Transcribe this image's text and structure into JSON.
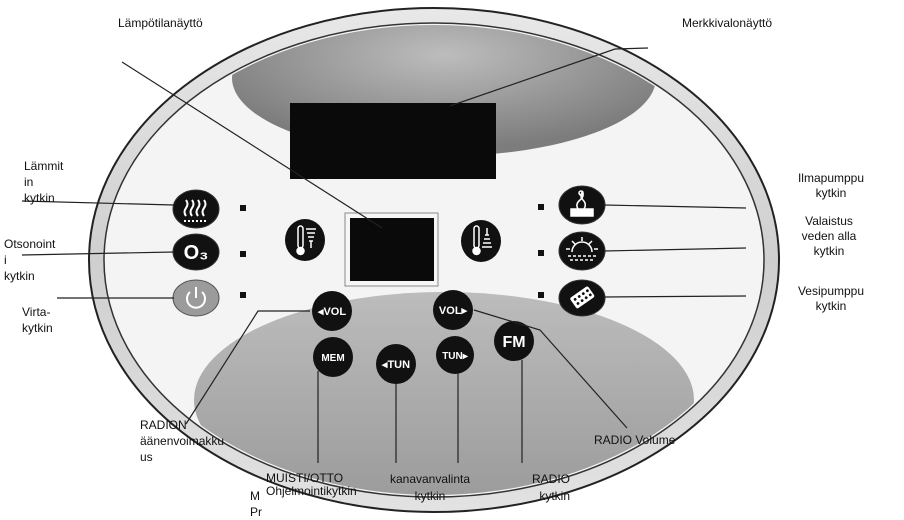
{
  "labels": {
    "temp_display": "Lämpötilanäyttö",
    "symbol_display": "Merkkivalonäyttö",
    "heater": "Lämmit\nin\nkytkin",
    "ozone": "Otsonoint\ni\nkytkin",
    "power": "Virta-\nkytkin",
    "air_pump": "Ilmapumppu\nkytkin",
    "lighting": "Valaistus\nveden alla\nkytkin",
    "water_pump": "Vesipumppu\nkytkin",
    "radio_volume_fi": "RADION\näänenvoimakku\nus",
    "memory": "MUISTI/OTTO",
    "program": "Ohjelmointikytkin",
    "mo_fragment": "M\nPr",
    "channel": "kanavanvalinta\nkytkin",
    "radio": "RADIO\nkytkin",
    "radio_volume_en": "RADIO Volume"
  },
  "buttons": {
    "vol_down": "◂VOL",
    "vol_up": "VOL▸",
    "mem": "MEM",
    "tun_down": "◂TUN",
    "tun_up": "TUN▸",
    "fm": "FM",
    "ozone_symbol": "O₃"
  },
  "icons": {
    "heater": "heater-icon",
    "ozone": "ozone-icon",
    "power": "power-icon",
    "thermometer_down": "thermometer-down-icon",
    "thermometer_up": "thermometer-up-icon",
    "air_pump": "air-pump-icon",
    "lighting": "underwater-light-icon",
    "water_pump": "water-pump-icon"
  },
  "colors": {
    "button_dark": "#111111",
    "panel_grey": "#a9a9a9",
    "display_black": "#0a0a0a"
  }
}
